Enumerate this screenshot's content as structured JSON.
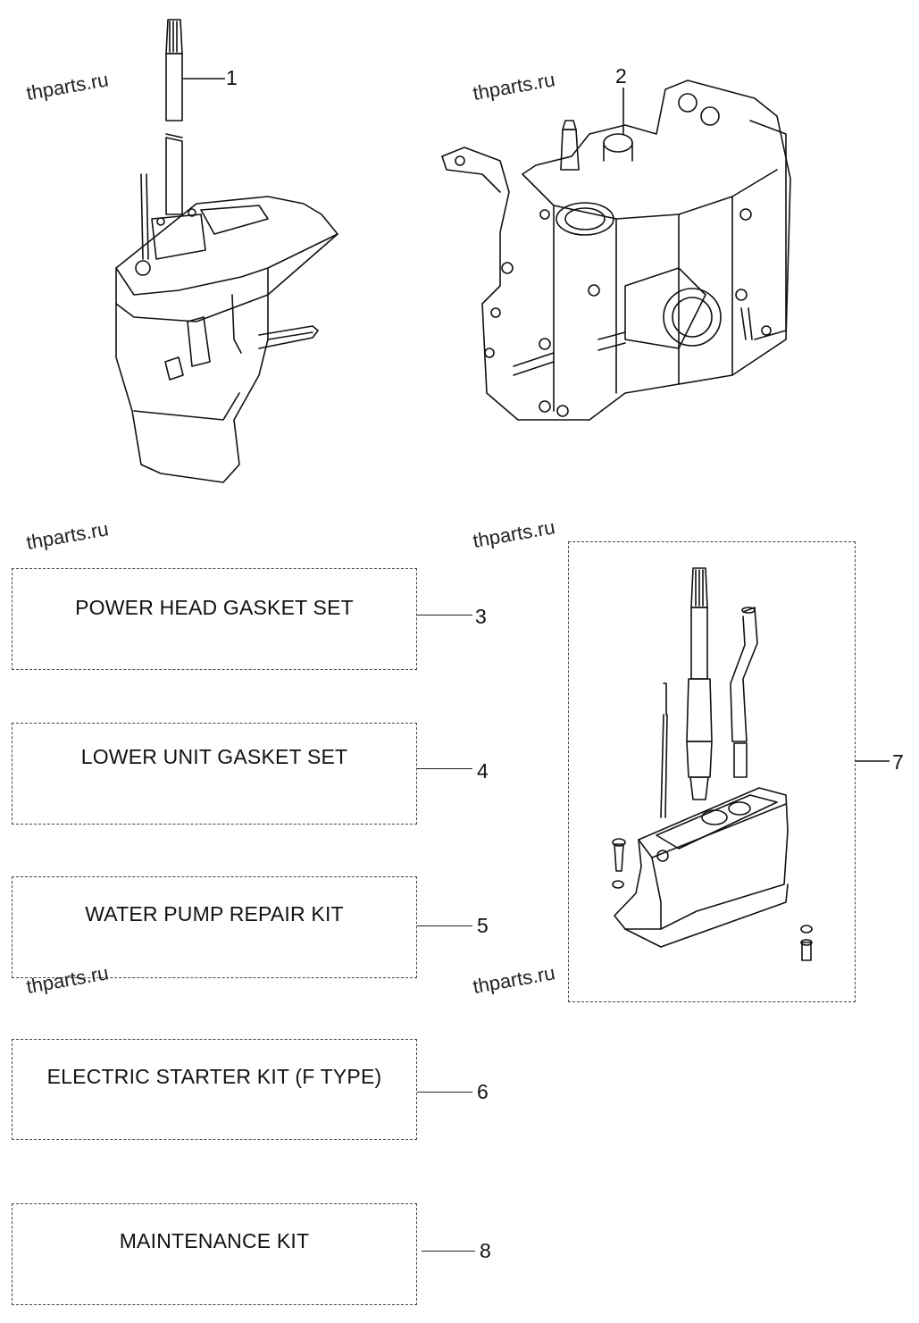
{
  "watermark": "thparts.ru",
  "callouts": [
    "1",
    "2",
    "3",
    "4",
    "5",
    "6",
    "7",
    "8"
  ],
  "kits": [
    {
      "label": "POWER HEAD GASKET SET"
    },
    {
      "label": "LOWER UNIT GASKET SET"
    },
    {
      "label": "WATER PUMP REPAIR KIT"
    },
    {
      "label": "ELECTRIC STARTER KIT (F TYPE)"
    },
    {
      "label": "MAINTENANCE KIT"
    }
  ]
}
